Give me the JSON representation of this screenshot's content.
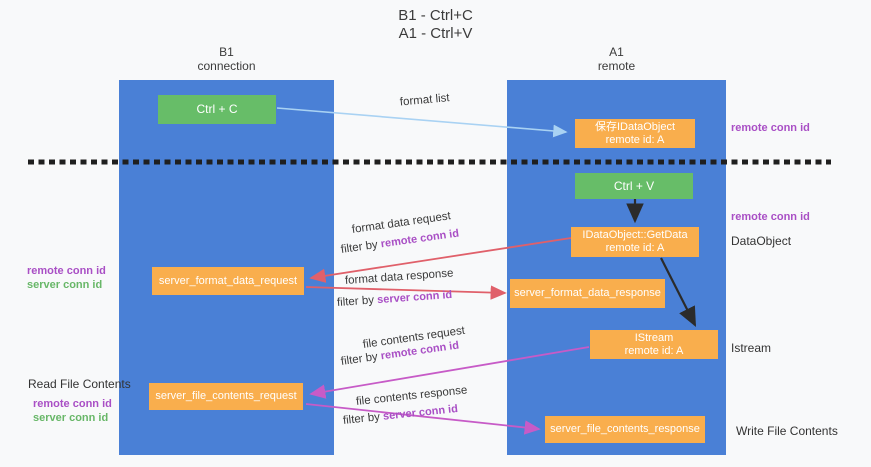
{
  "title": {
    "line1": "B1 - Ctrl+C",
    "line2": "A1 - Ctrl+V"
  },
  "lifelines": {
    "left": {
      "title": "B1",
      "subtitle": "connection"
    },
    "right": {
      "title": "A1",
      "subtitle": "remote"
    }
  },
  "boxes": {
    "ctrl_c": {
      "label": "Ctrl + C"
    },
    "save_idataobject": {
      "line1": "保存IDataObject",
      "line2": "remote id: A"
    },
    "ctrl_v": {
      "label": "Ctrl + V"
    },
    "getdata": {
      "line1": "IDataObject::GetData",
      "line2": "remote id: A"
    },
    "server_format_data_request": {
      "label": "server_format_data_request"
    },
    "server_format_data_response": {
      "label": "server_format_data_response"
    },
    "istream": {
      "line1": "IStream",
      "line2": "remote id: A"
    },
    "server_file_contents_request": {
      "label": "server_file_contents_request"
    },
    "server_file_contents_response": {
      "label": "server_file_contents_response"
    }
  },
  "flow_labels": {
    "format_list": "format list",
    "format_data_request": "format data request",
    "format_data_request_filter": {
      "prefix": "filter by ",
      "id": "remote conn id"
    },
    "format_data_response": "format data response",
    "format_data_response_filter": {
      "prefix": "filter by ",
      "id": "server conn id"
    },
    "file_contents_request": "file contents request",
    "file_contents_request_filter": {
      "prefix": "filter by ",
      "id": "remote conn id"
    },
    "file_contents_response": "file contents response",
    "file_contents_response_filter": {
      "prefix": "filter by ",
      "id": "server conn id"
    }
  },
  "side_labels": {
    "right_remote_conn_id_top": "remote conn id",
    "right_remote_conn_id_mid": "remote conn id",
    "data_object": "DataObject",
    "istream": "Istream",
    "write_file_contents": "Write File Contents",
    "left_remote_conn_id_top": "remote conn id",
    "left_server_conn_id_top": "server conn id",
    "read_file_contents": "Read File Contents",
    "left_remote_conn_id_bottom": "remote conn id",
    "left_server_conn_id_bottom": "server conn id"
  },
  "colors": {
    "background": "#f8f9fa",
    "lifeline_blue": "#4a80d6",
    "box_green": "#67bd68",
    "box_orange": "#f9ae4d",
    "arrow_light_blue": "#a9d2f3",
    "arrow_red": "#e0606a",
    "arrow_magenta": "#c75bc7",
    "arrow_black": "#2b2b2b",
    "dashed_line_black": "#1f1f1f",
    "label_purple": "#a94fc5",
    "label_green": "#68b768",
    "text_dark": "#3a3a3a"
  }
}
